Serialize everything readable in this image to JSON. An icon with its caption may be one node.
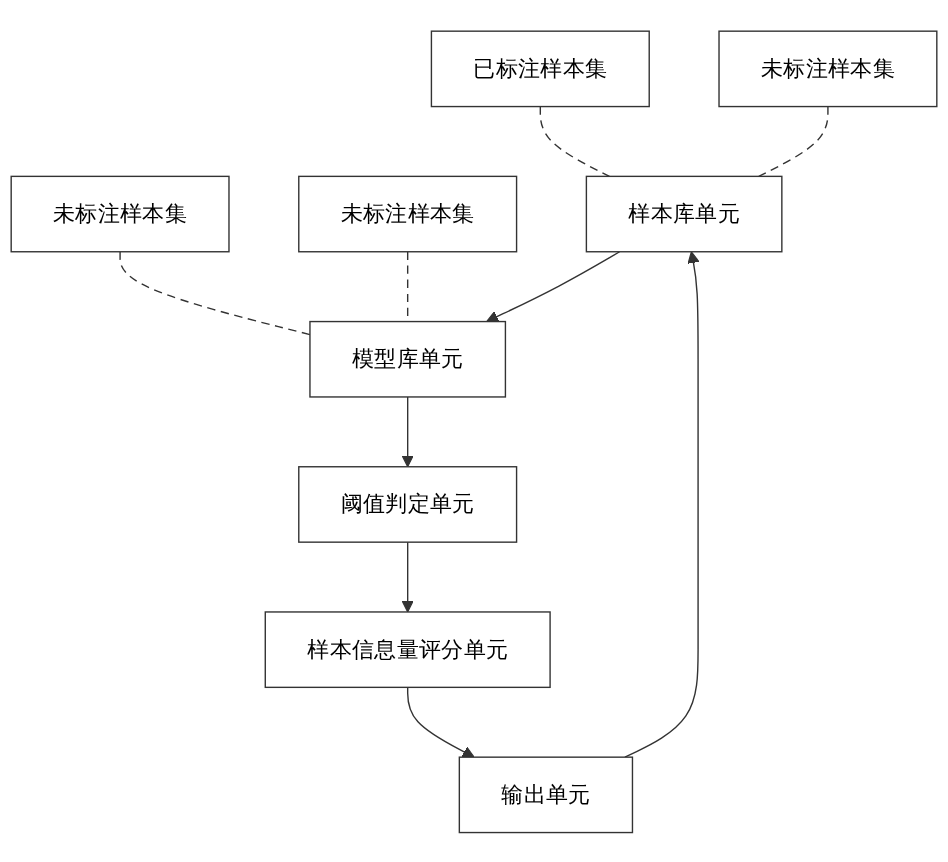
{
  "diagram": {
    "nodes": [
      {
        "text": [
          "已标注样本集"
        ]
      },
      {
        "text": [
          "样本库单元"
        ]
      },
      {
        "text": [
          "未标注样本集"
        ]
      },
      {
        "text": [
          "未标注样本集"
        ]
      },
      {
        "text": [
          "模型库单元"
        ]
      },
      {
        "text": [
          "未标注样本集"
        ]
      },
      {
        "text": [
          "阈值判定单元"
        ]
      },
      {
        "text": [
          "样本信息量评分单元"
        ]
      },
      {
        "text": [
          "输出单元"
        ]
      }
    ],
    "edges": [
      {
        "from": 0,
        "to": 1,
        "arrow": "none",
        "style": "dashed"
      },
      {
        "from": 2,
        "to": 1,
        "arrow": "none",
        "style": "dashed"
      },
      {
        "from": 3,
        "to": 4,
        "arrow": "none",
        "style": "dashed"
      },
      {
        "from": 5,
        "to": 4,
        "arrow": "none",
        "style": "dashed"
      },
      {
        "from": 1,
        "to": 4,
        "arrow": "to"
      },
      {
        "from": 4,
        "to": 6,
        "arrow": "to"
      },
      {
        "from": 6,
        "to": 7,
        "arrow": "to"
      },
      {
        "from": 7,
        "to": 8,
        "arrow": "to"
      },
      {
        "from": 8,
        "to": 1,
        "arrow": "to"
      }
    ]
  }
}
